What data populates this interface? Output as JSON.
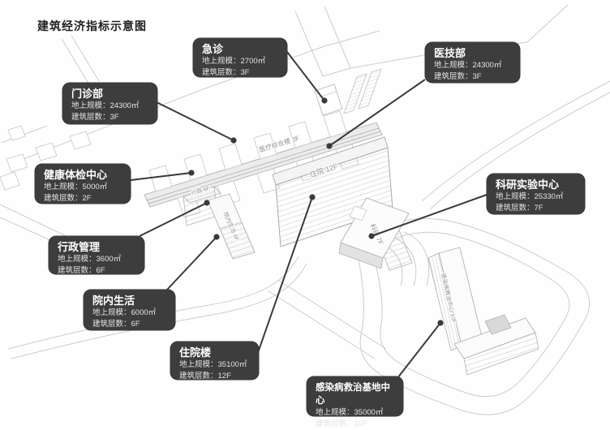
{
  "title": "建筑经济指标示意图",
  "labels": [
    {
      "name": "急诊",
      "area_line": "地上规模：2700㎡",
      "floors_line": "建筑层数：3F"
    },
    {
      "name": "医技部",
      "area_line": "地上规模：24300㎡",
      "floors_line": "建筑层数：3F"
    },
    {
      "name": "门诊部",
      "area_line": "地上规模：24300㎡",
      "floors_line": "建筑层数：3F"
    },
    {
      "name": "健康体检中心",
      "area_line": "地上规模：5000㎡",
      "floors_line": "建筑层数：2F"
    },
    {
      "name": "科研实验中心",
      "area_line": "地上规模：25330㎡",
      "floors_line": "建筑层数：7F"
    },
    {
      "name": "行政管理",
      "area_line": "地上规模：3600㎡",
      "floors_line": "建筑层数：6F"
    },
    {
      "name": "院内生活",
      "area_line": "地上规模：6000㎡",
      "floors_line": "建筑层数：6F"
    },
    {
      "name": "住院楼",
      "area_line": "地上规模：35100㎡",
      "floors_line": "建筑层数：12F"
    },
    {
      "name": "感染病救治基地中心",
      "area_line": "地上规模：35000㎡",
      "floors_line": "建筑层数：10F"
    }
  ],
  "site_texts": {
    "main_building": "医疗综合楼 3F",
    "inpatient": "住院 12F",
    "admin": "行政 6F",
    "life": "院内生活 6F",
    "research": "科研 7F",
    "infection": "感染病救治中心 10F"
  },
  "colors": {
    "label_bg": "#3d3d3d",
    "label_text": "#ffffff",
    "leader": "#3a3a3a",
    "road": "#cccccc",
    "building_stroke": "#b0b0b0"
  }
}
